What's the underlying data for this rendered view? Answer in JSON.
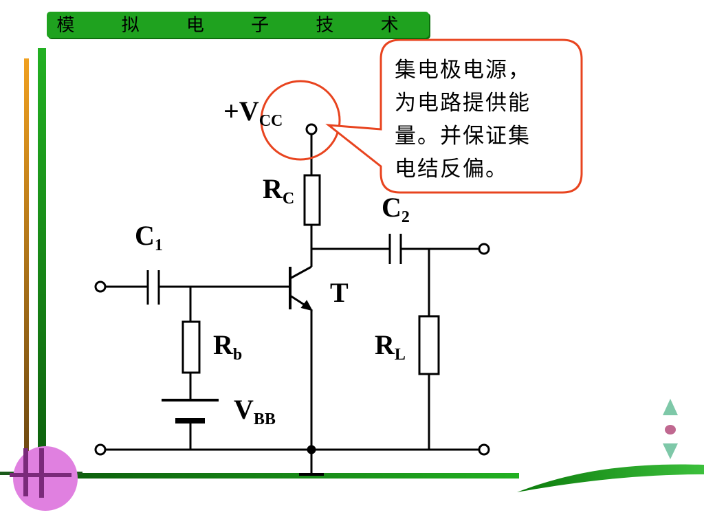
{
  "title": "模 拟 电 子 技 术",
  "callout": {
    "lines": [
      "集电极电源，",
      "为电路提供能",
      "量。并保证集",
      "电结反偏。"
    ]
  },
  "labels": {
    "vcc": {
      "main": "+V",
      "sub": "CC"
    },
    "rc": {
      "main": "R",
      "sub": "C"
    },
    "c1": {
      "main": "C",
      "sub": "1"
    },
    "c2": {
      "main": "C",
      "sub": "2"
    },
    "t": {
      "main": "T"
    },
    "rb": {
      "main": "R",
      "sub": "b"
    },
    "rl": {
      "main": "R",
      "sub": "L"
    },
    "vbb": {
      "main": "V",
      "sub": "BB"
    }
  },
  "colors": {
    "title_bar": "#1fa21f",
    "highlight": "#e8441f",
    "circuit": "#000000",
    "decor_pink": "#e080e0",
    "decor_green": "#1a8a1a"
  }
}
